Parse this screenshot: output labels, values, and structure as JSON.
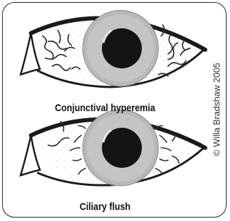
{
  "panels": [
    {
      "caption": "Conjunctival hyperemia"
    },
    {
      "caption": "Ciliary flush"
    }
  ],
  "copyright": "© Willa Bradshaw 2005",
  "colors": {
    "outline": "#1a1a1a",
    "iris": "#b8b8b8",
    "pupil": "#141414",
    "vessel": "#2a2a2a",
    "sclera_pattern": "#e4e4e4"
  }
}
